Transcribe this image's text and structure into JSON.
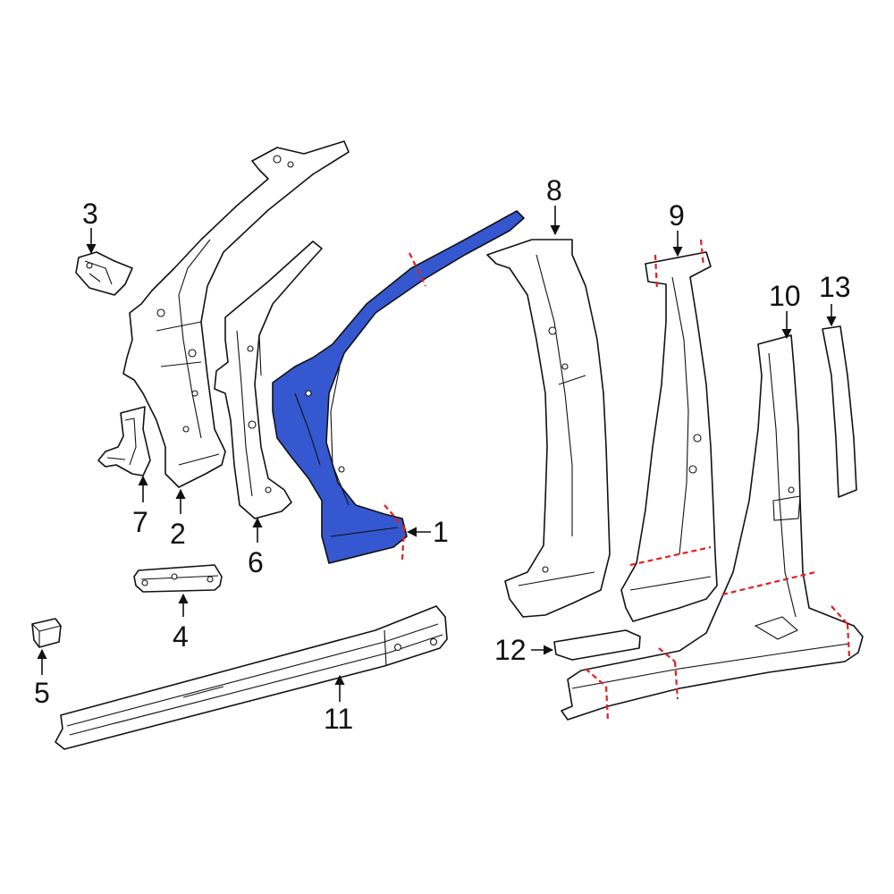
{
  "colors": {
    "highlight": "#3558D0",
    "outline": "#111111",
    "cut_line": "#E02020",
    "background": "#ffffff"
  },
  "callouts": [
    {
      "id": "c1",
      "label": "1"
    },
    {
      "id": "c2",
      "label": "2"
    },
    {
      "id": "c3",
      "label": "3"
    },
    {
      "id": "c4",
      "label": "4"
    },
    {
      "id": "c5",
      "label": "5"
    },
    {
      "id": "c6",
      "label": "6"
    },
    {
      "id": "c7",
      "label": "7"
    },
    {
      "id": "c8",
      "label": "8"
    },
    {
      "id": "c9",
      "label": "9"
    },
    {
      "id": "c10",
      "label": "10"
    },
    {
      "id": "c11",
      "label": "11"
    },
    {
      "id": "c12",
      "label": "12"
    },
    {
      "id": "c13",
      "label": "13"
    }
  ]
}
